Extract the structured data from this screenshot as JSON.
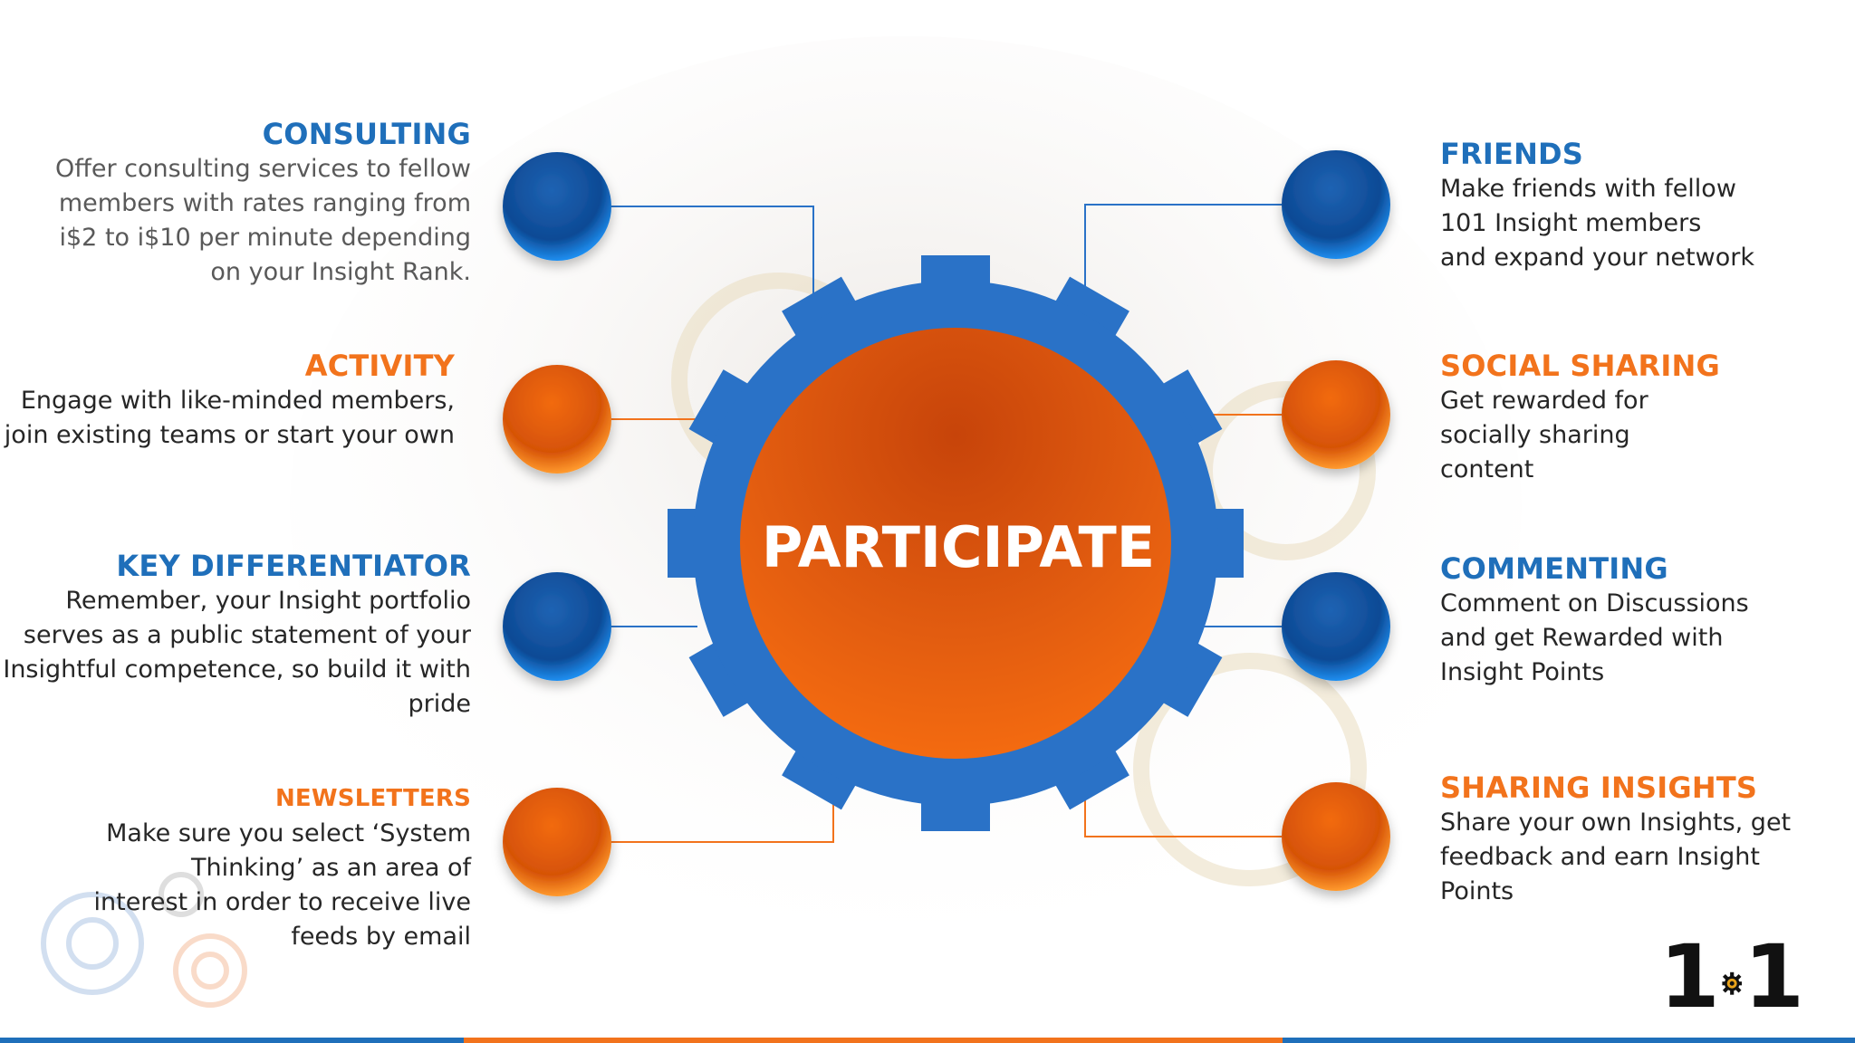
{
  "center": {
    "label": "PARTICIPATE"
  },
  "left_items": [
    {
      "id": "consulting",
      "title": "CONSULTING",
      "color": "blue",
      "desc": "Offer consulting services to fellow\nmembers with rates ranging from\ni$2 to i$10 per minute depending\non your Insight Rank."
    },
    {
      "id": "activity",
      "title": "ACTIVITY",
      "color": "orange",
      "desc": "Engage with like-minded members,\njoin existing teams or start your own"
    },
    {
      "id": "key-differentiator",
      "title": "KEY DIFFERENTIATOR",
      "color": "blue",
      "desc": "Remember, your Insight portfolio\nserves as a public statement of your\nInsightful competence, so build it with\npride"
    },
    {
      "id": "newsletters",
      "title": "NEWSLETTERS",
      "color": "orange",
      "desc": "Make sure you select ‘System\nThinking’ as an area of\ninterest in order to receive live\nfeeds by email"
    }
  ],
  "right_items": [
    {
      "id": "friends",
      "title": "FRIENDS",
      "color": "blue",
      "desc": "Make friends with fellow\n101 Insight members\nand expand your network"
    },
    {
      "id": "social-sharing",
      "title": "SOCIAL SHARING",
      "color": "orange",
      "desc": "Get rewarded for\nsocially sharing\ncontent"
    },
    {
      "id": "commenting",
      "title": "COMMENTING",
      "color": "blue",
      "desc": "Comment on Discussions\nand get Rewarded with\nInsight Points"
    },
    {
      "id": "sharing-insights",
      "title": "SHARING INSIGHTS",
      "color": "orange",
      "desc": "Share your own Insights, get\nfeedback and earn Insight\nPoints"
    }
  ],
  "logo": {
    "left": "1",
    "right": "1"
  },
  "colors": {
    "blue": "#1f6fba",
    "orange": "#f2731c",
    "gear_blue": "#2a72c7",
    "center_orange": "#f26a0f"
  }
}
